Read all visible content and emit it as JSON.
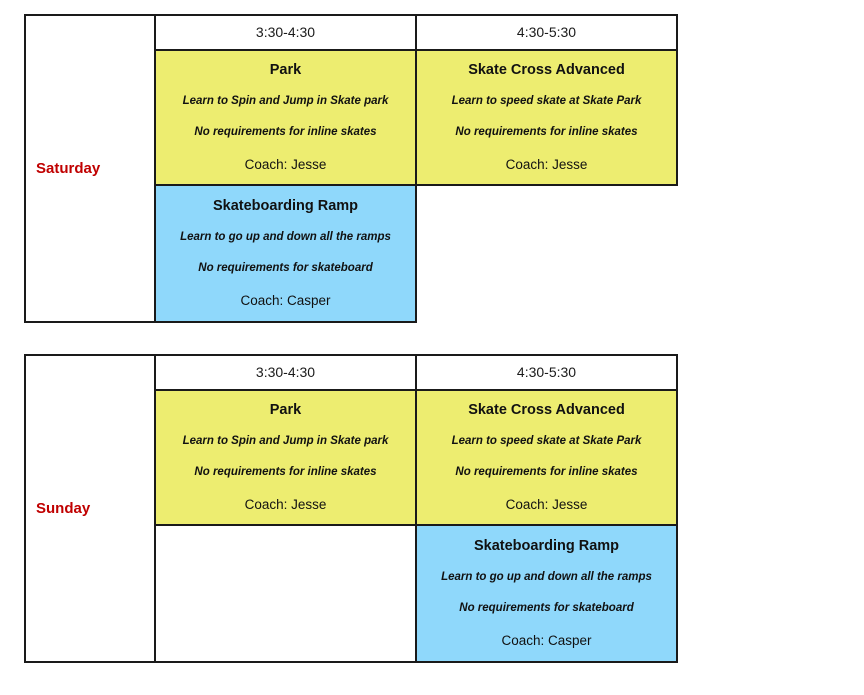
{
  "schedule": {
    "columns": {
      "day_header": "",
      "slot1": "3:30-4:30",
      "slot2": "4:30-5:30"
    },
    "colors": {
      "class_yellow": "#eded70",
      "class_blue": "#8fd8fb",
      "day_label": "#c00000",
      "border": "#1a1a1a",
      "background": "#ffffff"
    },
    "classes": {
      "park": {
        "title": "Park",
        "description": "Learn to Spin and Jump in Skate park",
        "requirements": "No requirements for inline skates",
        "coach": "Coach: Jesse"
      },
      "skate_cross_advanced": {
        "title": "Skate Cross Advanced",
        "description": "Learn to speed skate at Skate Park",
        "requirements": "No requirements for inline skates",
        "coach": "Coach: Jesse"
      },
      "skateboarding_ramp": {
        "title": "Skateboarding Ramp",
        "description": "Learn to go up and down all the ramps",
        "requirements": "No requirements for skateboard",
        "coach": "Coach: Casper"
      }
    },
    "days": [
      {
        "name": "Saturday",
        "slot1_header": "3:30-4:30",
        "slot2_header": "4:30-5:30",
        "row1": {
          "slot1": {
            "title": "Park",
            "description": "Learn to Spin and Jump in Skate park",
            "requirements": "No requirements for inline skates",
            "coach": "Coach: Jesse",
            "fill": "yellow"
          },
          "slot2": {
            "title": "Skate Cross Advanced",
            "description": "Learn to speed skate at Skate Park",
            "requirements": "No requirements for inline skates",
            "coach": "Coach: Jesse",
            "fill": "yellow"
          }
        },
        "row2": {
          "slot1": {
            "title": "Skateboarding Ramp",
            "description": "Learn to go up and down all the ramps",
            "requirements": "No requirements for skateboard",
            "coach": "Coach: Casper",
            "fill": "blue"
          },
          "slot2": {
            "title": "",
            "description": "",
            "requirements": "",
            "coach": "",
            "fill": "none"
          }
        }
      },
      {
        "name": "Sunday",
        "slot1_header": "3:30-4:30",
        "slot2_header": "4:30-5:30",
        "row1": {
          "slot1": {
            "title": "Park",
            "description": "Learn to Spin and Jump in Skate park",
            "requirements": "No requirements for inline skates",
            "coach": "Coach: Jesse",
            "fill": "yellow"
          },
          "slot2": {
            "title": "Skate Cross Advanced",
            "description": "Learn to speed skate at Skate Park",
            "requirements": "No requirements for inline skates",
            "coach": "Coach: Jesse",
            "fill": "yellow"
          }
        },
        "row2": {
          "slot1": {
            "title": "",
            "description": "",
            "requirements": "",
            "coach": "",
            "fill": "white"
          },
          "slot2": {
            "title": "Skateboarding Ramp",
            "description": "Learn to go up and down all the ramps",
            "requirements": "No requirements for skateboard",
            "coach": "Coach: Casper",
            "fill": "blue"
          }
        }
      }
    ]
  }
}
